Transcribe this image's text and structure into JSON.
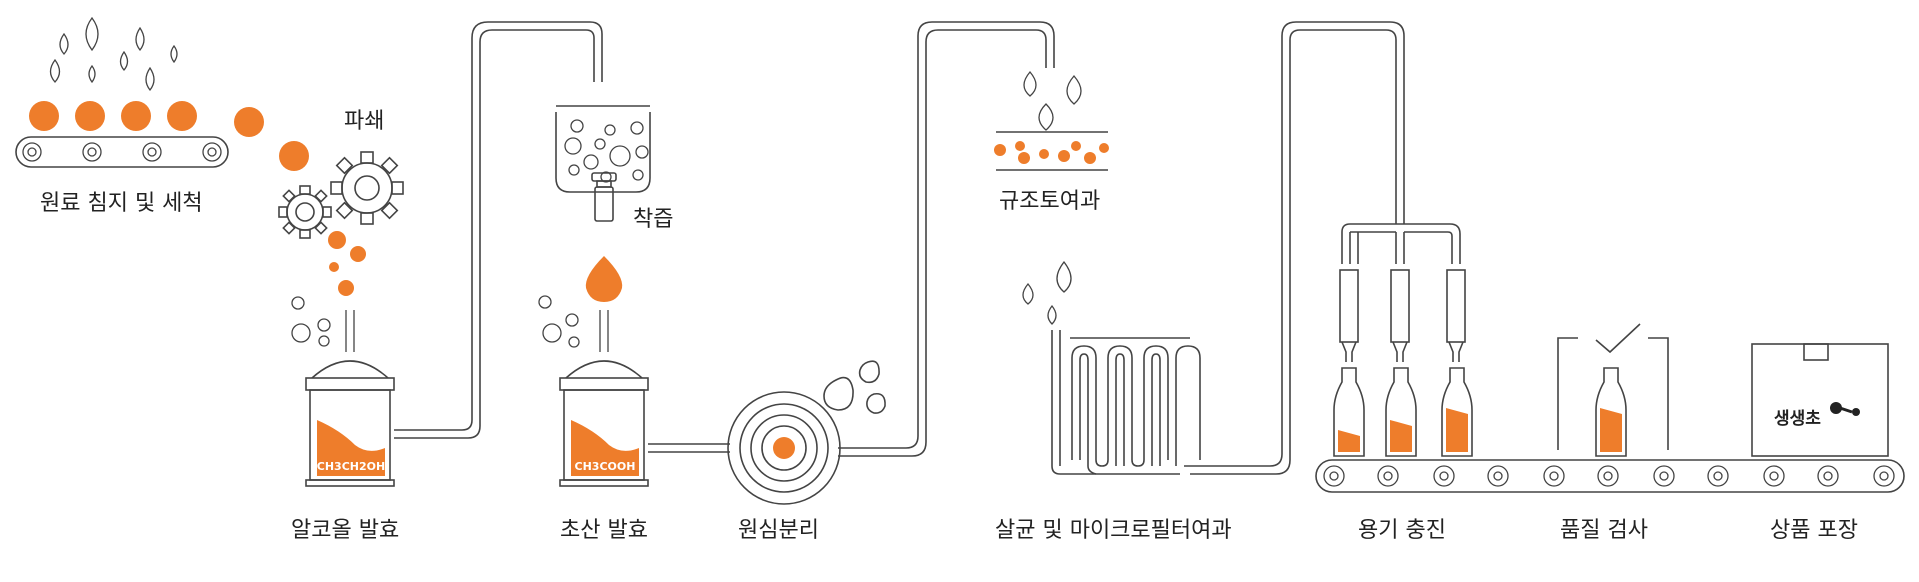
{
  "steps": {
    "soak_wash": "원료 침지 및 세척",
    "crush": "파쇄",
    "juice": "착즙",
    "alcohol_ferment": "알코올 발효",
    "acetic_ferment": "초산 발효",
    "centrifuge": "원심분리",
    "diatom_filter": "규조토여과",
    "sterilize_filter": "살균 및 마이크로필터여과",
    "bottle_fill": "용기 충진",
    "quality_check": "품질 검사",
    "packaging": "상품 포장"
  },
  "tanks": {
    "alcohol_formula": "CH3CH2OH",
    "acetic_formula": "CH3COOH"
  },
  "brand": "생생초",
  "colors": {
    "accent": "#ee7d2b",
    "line": "#444444"
  }
}
